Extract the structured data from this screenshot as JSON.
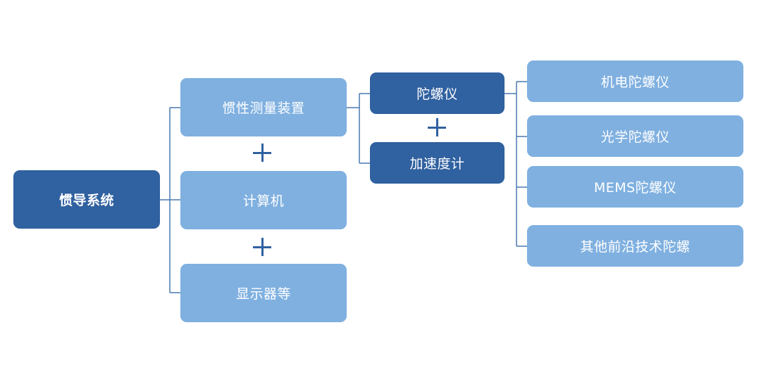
{
  "root": {
    "label": "惯导系统"
  },
  "level1": [
    {
      "label": "惯性测量装置"
    },
    {
      "label": "计算机"
    },
    {
      "label": "显示器等"
    }
  ],
  "level2": [
    {
      "label": "陀螺仪"
    },
    {
      "label": "加速度计"
    }
  ],
  "level3": [
    {
      "label": "机电陀螺仪"
    },
    {
      "label": "光学陀螺仪"
    },
    {
      "label": "MEMS陀螺仪"
    },
    {
      "label": "其他前沿技术陀螺"
    }
  ],
  "colors": {
    "dark_node": "#3061a0",
    "light_node": "#7fb0e0",
    "connector": "#4a78b0",
    "plus_sign": "#3061a0"
  }
}
